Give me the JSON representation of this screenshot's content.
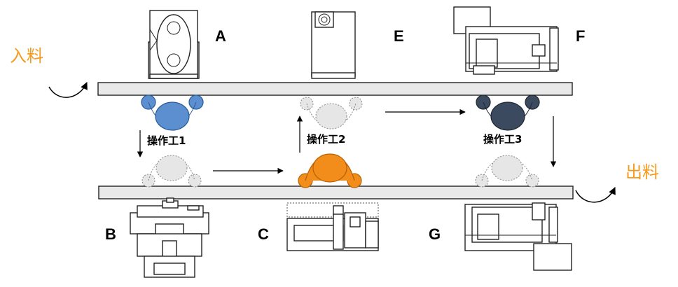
{
  "flow": {
    "input_label": "入料",
    "output_label": "出料"
  },
  "machines": {
    "A": "A",
    "B": "B",
    "C": "C",
    "E": "E",
    "F": "F",
    "G": "G"
  },
  "operators": [
    {
      "label": "操作工1",
      "color": "#5b8fcf"
    },
    {
      "label": "操作工2",
      "color": "#f28c1a"
    },
    {
      "label": "操作工3",
      "color": "#3c4a5f"
    }
  ],
  "colors": {
    "accent_orange": "#f59a1b",
    "ghost_fill": "#e6e6e6",
    "conveyor_fill": "#e9e9e9"
  }
}
